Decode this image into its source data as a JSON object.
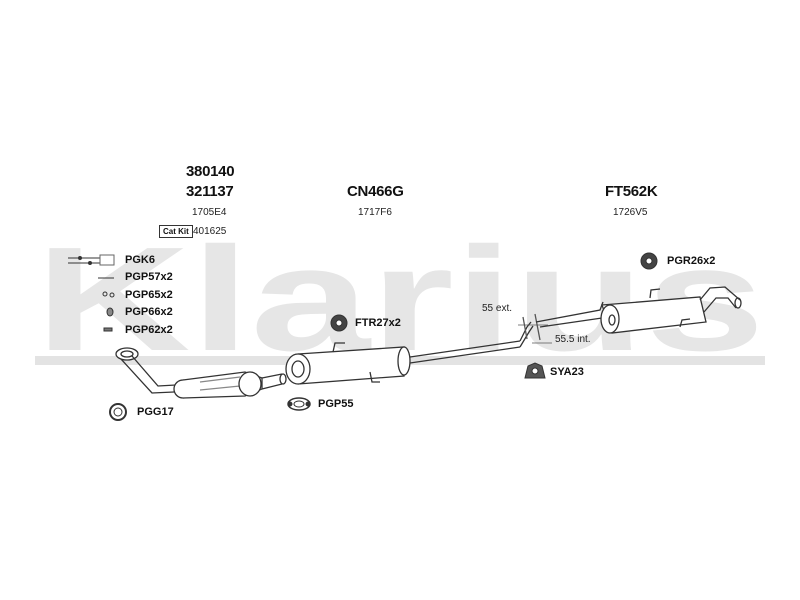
{
  "watermark": {
    "brand": "Klarius"
  },
  "groups": {
    "front": {
      "codes": [
        "380140",
        "321137"
      ],
      "ref": "1705E4",
      "catkit_label": "Cat Kit",
      "catkit_code": "401625"
    },
    "middle": {
      "code": "CN466G",
      "ref": "1717F6"
    },
    "rear": {
      "code": "FT562K",
      "ref": "1726V5"
    }
  },
  "parts": [
    {
      "id": "pgk6",
      "label": "PGK6"
    },
    {
      "id": "pgp57",
      "label": "PGP57x2"
    },
    {
      "id": "pgp65",
      "label": "PGP65x2"
    },
    {
      "id": "pgp66",
      "label": "PGP66x2"
    },
    {
      "id": "pgp62",
      "label": "PGP62x2"
    },
    {
      "id": "pgg17",
      "label": "PGG17"
    },
    {
      "id": "pgp55",
      "label": "PGP55"
    },
    {
      "id": "ftr27",
      "label": "FTR27x2"
    },
    {
      "id": "sya23",
      "label": "SYA23"
    },
    {
      "id": "pgr26",
      "label": "PGR26x2"
    }
  ],
  "annotations": {
    "ext": "55 ext.",
    "int": "55.5 int."
  }
}
